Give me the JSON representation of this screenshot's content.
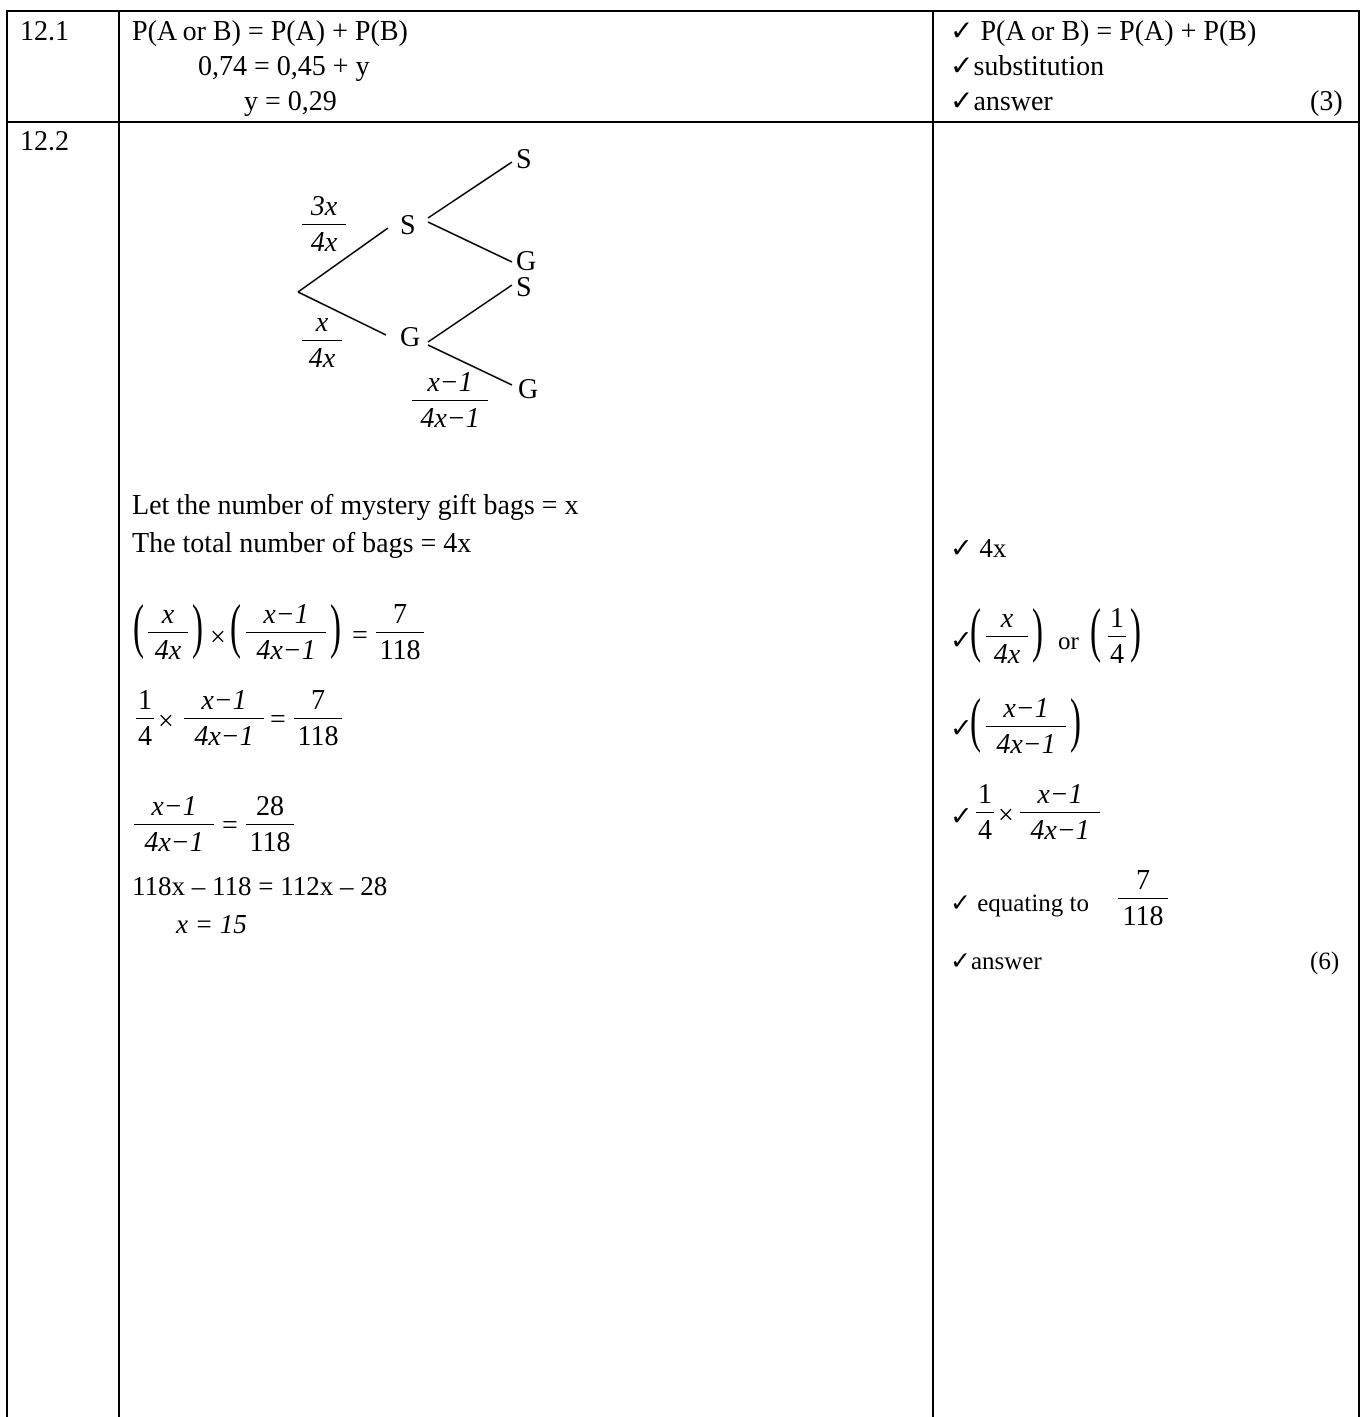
{
  "q1": {
    "number": "12.1",
    "lines": [
      "P(A or B) = P(A) + P(B)",
      "0,74 = 0,45 + y",
      "y = 0,29"
    ],
    "marks": [
      "✓ P(A or B) = P(A) + P(B)",
      "✓substitution",
      "✓answer"
    ],
    "total": "(3)"
  },
  "q2": {
    "number": "12.2",
    "tree": {
      "level1_top": "S",
      "level1_bottom": "G",
      "leaves": [
        "S",
        "G",
        "S",
        "G"
      ],
      "prob_top": {
        "num": "3x",
        "den": "4x"
      },
      "prob_bottom": {
        "num": "x",
        "den": "4x"
      },
      "prob_gg": {
        "num": "x−1",
        "den": "4x−1"
      }
    },
    "text_line1": "Let the number of mystery gift bags = x",
    "text_line2": "The total number of bags = 4x",
    "eq1": {
      "f1_num": "x",
      "f1_den": "4x",
      "times": "×",
      "f2_num": "x−1",
      "f2_den": "4x−1",
      "equals": "=",
      "r_num": "7",
      "r_den": "118"
    },
    "eq2": {
      "a_num": "1",
      "a_den": "4",
      "times": "×",
      "b_num": "x−1",
      "b_den": "4x−1",
      "equals": "=",
      "r_num": "7",
      "r_den": "118"
    },
    "eq3": {
      "l_num": "x−1",
      "l_den": "4x−1",
      "equals": "=",
      "r_num": "28",
      "r_den": "118"
    },
    "eq4": "118x – 118 = 112x – 28",
    "eq5": "x  = 15",
    "marks": {
      "m1": "✓ 4x",
      "m2_check": "✓",
      "m2_num": "x",
      "m2_den": "4x",
      "m2_or": "or",
      "m2_num2": "1",
      "m2_den2": "4",
      "m3_check": "✓",
      "m3_num": "x−1",
      "m3_den": "4x−1",
      "m4_check": "✓",
      "m4_num": "1",
      "m4_den": "4",
      "m4_times": "×",
      "m4_num2": "x−1",
      "m4_den2": "4x−1",
      "m5_text": "✓ equating to",
      "m5_num": "7",
      "m5_den": "118",
      "m6": "✓answer"
    },
    "total": "(6)"
  }
}
